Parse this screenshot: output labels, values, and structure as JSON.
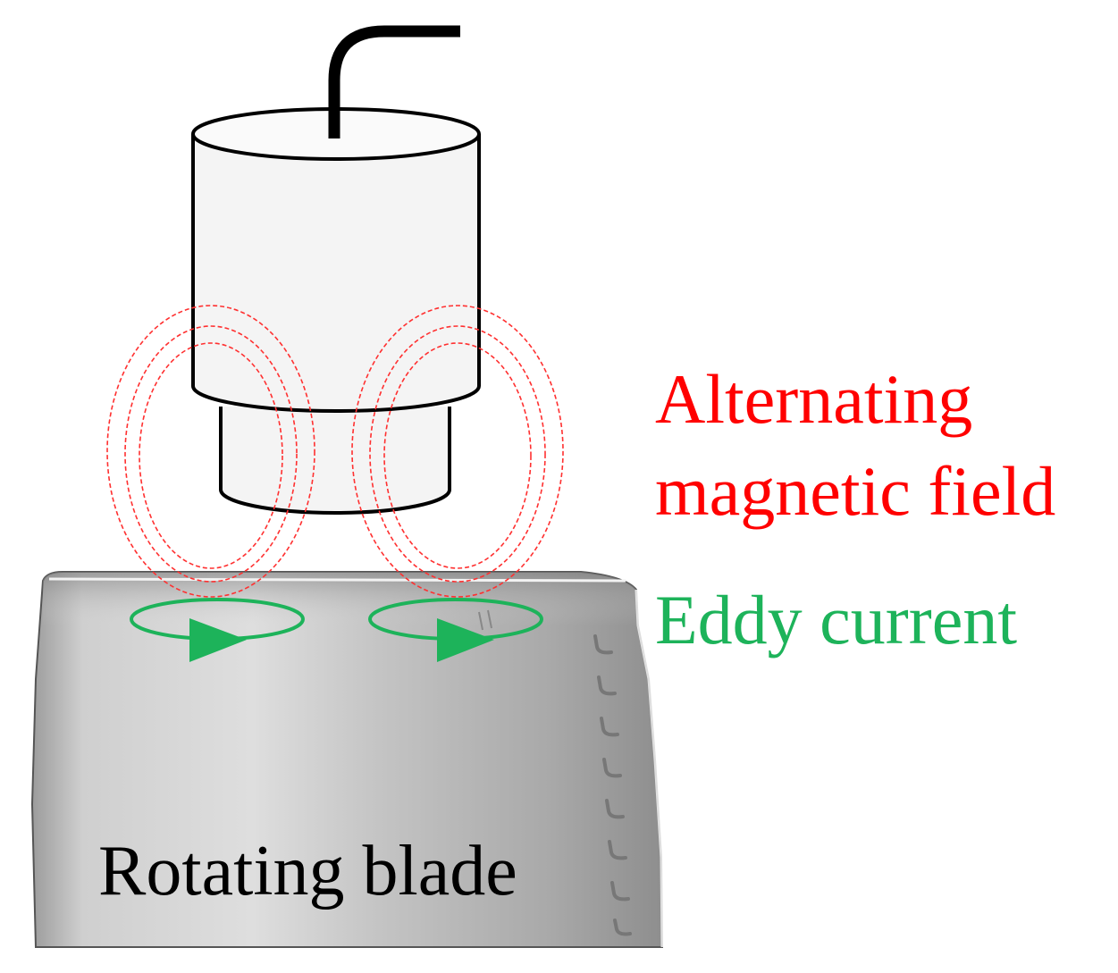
{
  "labels": {
    "magnetic_field_line1": "Alternating",
    "magnetic_field_line2": "magnetic field",
    "eddy_current": "Eddy current",
    "blade": "Rotating blade"
  },
  "colors": {
    "magnetic_field": "#ff0000",
    "eddy_current": "#1db35a",
    "blade_text": "#000000",
    "outline": "#000000"
  }
}
